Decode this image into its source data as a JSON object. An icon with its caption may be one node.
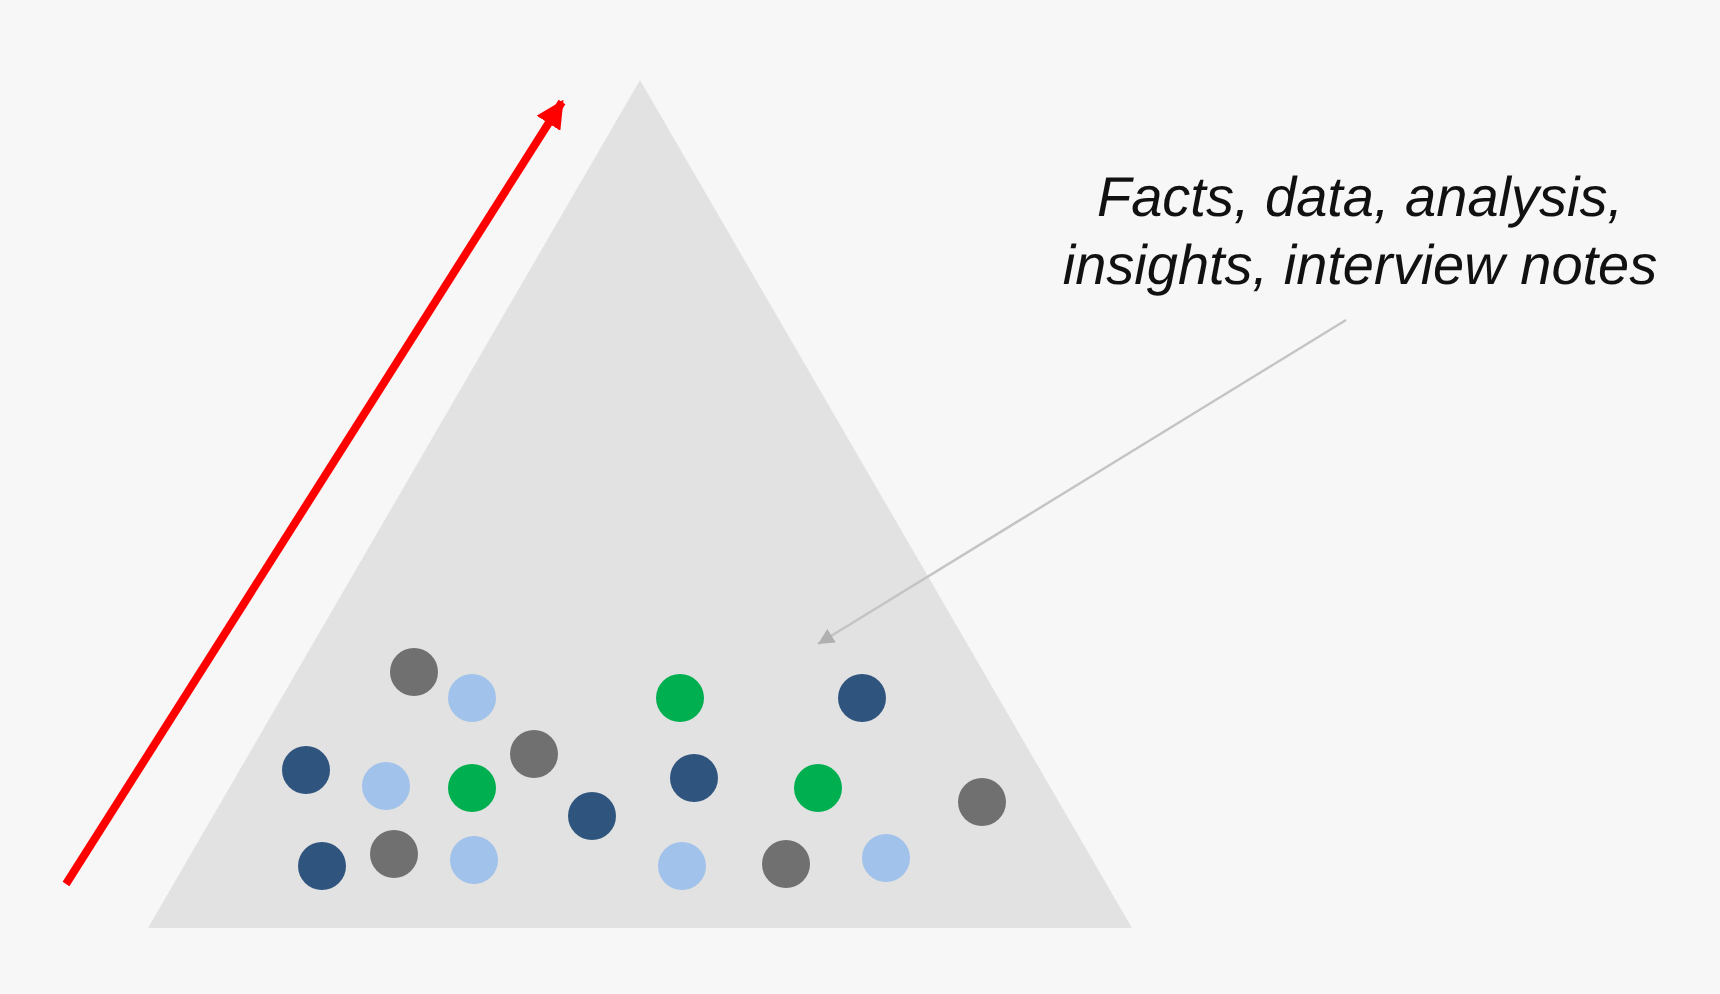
{
  "diagram": {
    "nodes": [
      {
        "text": [],
        "shape": "triangle"
      },
      {
        "text": [
          "Facts, data, analysis, insights, interview notes"
        ]
      }
    ],
    "edges": [
      {
        "from": 1,
        "to": 0,
        "arrow": "to"
      }
    ]
  }
}
